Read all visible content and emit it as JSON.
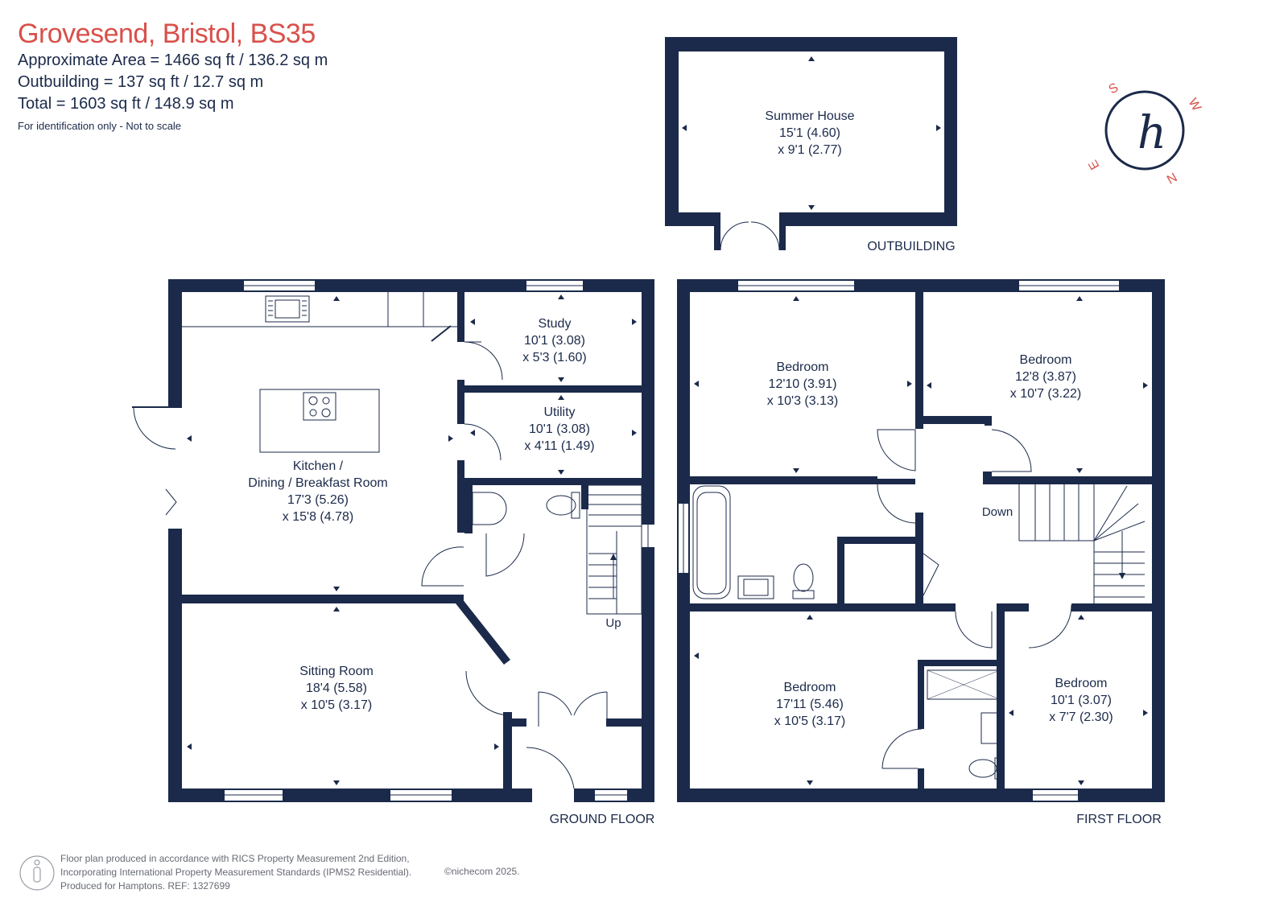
{
  "header": {
    "title": "Grovesend, Bristol, BS35",
    "area": "Approximate Area = 1466  sq ft / 136.2  sq m",
    "outbuilding": "Outbuilding = 137 sq ft / 12.7  sq m",
    "total": "Total = 1603 sq ft / 148.9 sq m",
    "note": "For identification only - Not to scale"
  },
  "compass": {
    "s": "S",
    "w": "W",
    "e": "E",
    "n": "N",
    "logo": "h"
  },
  "floors": {
    "outbuilding": "OUTBUILDING",
    "ground": "GROUND FLOOR",
    "first": "FIRST FLOOR"
  },
  "rooms": {
    "summer_house": {
      "name": "Summer House",
      "dim1": "15'1 (4.60)",
      "dim2": "x 9'1 (2.77)"
    },
    "study": {
      "name": "Study",
      "dim1": "10'1 (3.08)",
      "dim2": "x 5'3 (1.60)"
    },
    "utility": {
      "name": "Utility",
      "dim1": "10'1 (3.08)",
      "dim2": "x 4'11 (1.49)"
    },
    "kitchen": {
      "name1": "Kitchen /",
      "name2": "Dining / Breakfast Room",
      "dim1": "17'3 (5.26)",
      "dim2": "x 15'8 (4.78)"
    },
    "sitting": {
      "name": "Sitting Room",
      "dim1": "18'4 (5.58)",
      "dim2": "x 10'5 (3.17)"
    },
    "bedroom1": {
      "name": "Bedroom",
      "dim1": "12'10 (3.91)",
      "dim2": "x 10'3 (3.13)"
    },
    "bedroom2": {
      "name": "Bedroom",
      "dim1": "12'8 (3.87)",
      "dim2": "x 10'7 (3.22)"
    },
    "bedroom3": {
      "name": "Bedroom",
      "dim1": "17'11 (5.46)",
      "dim2": "x 10'5 (3.17)"
    },
    "bedroom4": {
      "name": "Bedroom",
      "dim1": "10'1 (3.07)",
      "dim2": "x 7'7 (2.30)"
    }
  },
  "stairs": {
    "up": "Up",
    "down": "Down"
  },
  "footer": {
    "line1": "Floor plan produced in accordance with RICS Property Measurement 2nd Edition,",
    "line2": "Incorporating International Property Measurement Standards (IPMS2 Residential).",
    "line3": "Produced for Hamptons.   REF:  1327699",
    "copyright": "©nichecom 2025."
  },
  "colors": {
    "wall": "#1b2a4a",
    "title": "#d9504a",
    "line": "#1b2a4a",
    "footer": "#666a73"
  }
}
